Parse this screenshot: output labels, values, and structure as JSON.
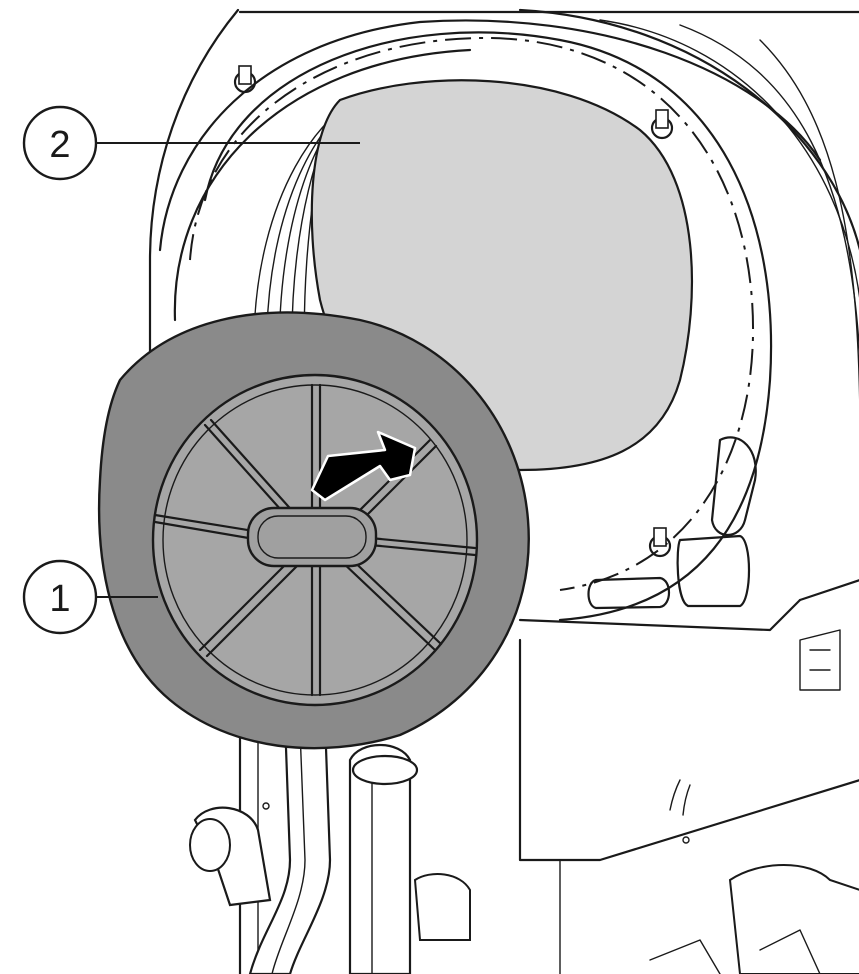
{
  "callouts": [
    {
      "label": "1",
      "part": "filter"
    },
    {
      "label": "2",
      "part": "drum-opening"
    }
  ],
  "colors": {
    "filter_rim": "#8a8a8a",
    "filter_mesh": "#a6a6a6",
    "drum_interior": "#d4d4d4",
    "outline": "#1a1a1a",
    "arrow": "#000000"
  },
  "arrow": {
    "direction": "up-right"
  }
}
